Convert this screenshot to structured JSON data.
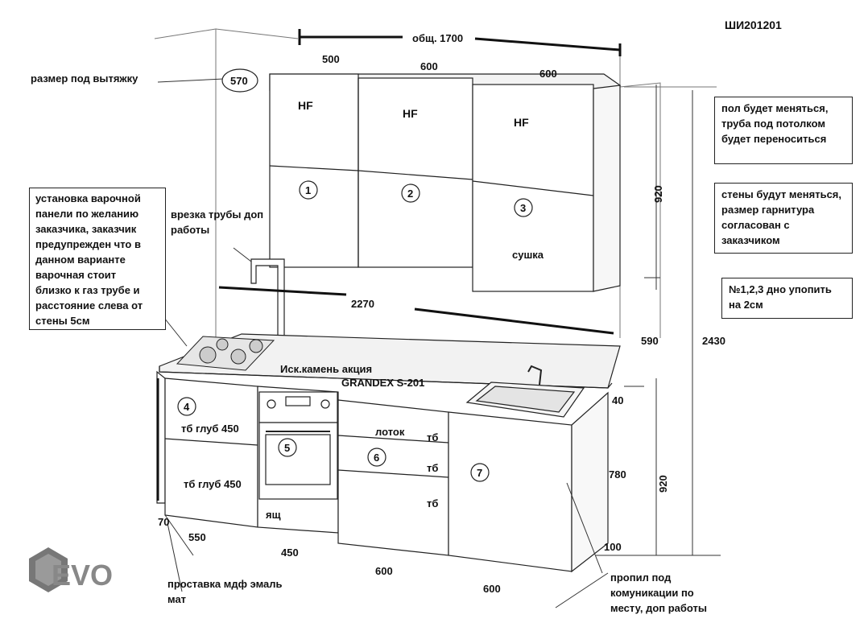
{
  "code": "ШИ201201",
  "top_dims": {
    "total": "общ. 1700",
    "w1": "500",
    "w2": "600",
    "w3": "600",
    "hood": "570"
  },
  "labels": {
    "hood": "размер под вытяжку",
    "hf1": "HF",
    "hf2": "HF",
    "hf3": "HF",
    "dryer": "сушка",
    "countertop_line1": "Иск.камень акция",
    "countertop_line2": "GRANDEX S-201",
    "tray": "лоток",
    "drawer": "ящ",
    "tb1": "тб",
    "tb2": "тб",
    "tb3": "тб",
    "tb_depth_top": "тб глуб 450",
    "tb_depth_bottom": "тб глуб 450"
  },
  "circles": [
    "1",
    "2",
    "3",
    "4",
    "5",
    "6",
    "7"
  ],
  "dims": {
    "wall_len": "2270",
    "upper_h": "920",
    "gap": "590",
    "total_h": "2430",
    "counter_th": "40",
    "base_h1": "780",
    "base_h2": "920",
    "plinth": "100",
    "side70": "70",
    "d550": "550",
    "d450": "450",
    "d600a": "600",
    "d600b": "600"
  },
  "notes": {
    "hob": [
      "установка варочной",
      "панели по желанию",
      "заказчика, заказчик",
      "предупрежден что в",
      "данном варианте",
      "варочная стоит",
      "близко к газ трубе и",
      "расстояние слева от",
      "стены 5см"
    ],
    "pipe": [
      "врезка трубы доп",
      "работы"
    ],
    "floor": [
      "пол будет меняться,",
      "труба под потолком",
      "будет переноситься"
    ],
    "walls": [
      "стены будут меняться,",
      "размер гарнитура",
      "согласован с",
      "заказчиком"
    ],
    "bottom": [
      "№1,2,3 дно упопить",
      "на 2см"
    ],
    "mdf": [
      "проставка мдф эмаль",
      "мат"
    ],
    "cut": [
      "пропил под",
      "комуникации по",
      "месту, доп работы"
    ]
  },
  "logo": "EVO"
}
